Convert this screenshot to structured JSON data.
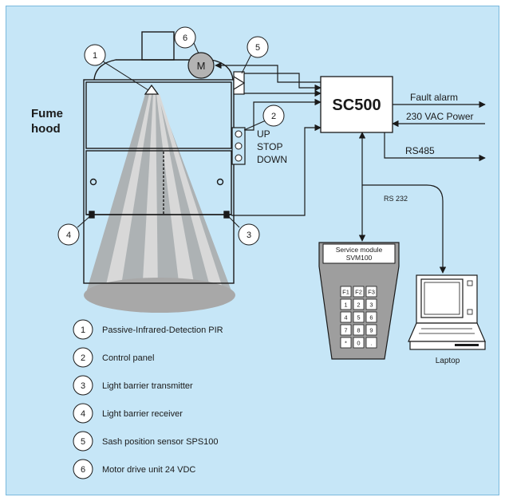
{
  "colors": {
    "background": "#c6e6f7",
    "line": "#1a1a1a",
    "hood_fill": "#c6e6f7",
    "beam": "#9a9a9a",
    "white": "#ffffff",
    "motor": "#b3b3b3"
  },
  "hood_label_1": "Fume",
  "hood_label_2": "hood",
  "controller": "SC500",
  "signals": {
    "fault": "Fault alarm",
    "power": "230 VAC Power",
    "rs485": "RS485",
    "rs232": "RS 232"
  },
  "control_panel_buttons": [
    "UP",
    "STOP",
    "DOWN"
  ],
  "motor_symbol": "M",
  "service_module": {
    "title_1": "Service module",
    "title_2": "SVM100",
    "keys": [
      "F1",
      "F2",
      "F3",
      "1",
      "2",
      "3",
      "4",
      "5",
      "6",
      "7",
      "8",
      "9",
      "*",
      "0",
      "."
    ]
  },
  "laptop_label": "Laptop",
  "callout_numbers": [
    "1",
    "2",
    "3",
    "4",
    "5",
    "6"
  ],
  "legend": [
    {
      "num": "1",
      "text": "Passive-Infrared-Detection  PIR"
    },
    {
      "num": "2",
      "text": "Control panel"
    },
    {
      "num": "3",
      "text": "Light barrier transmitter"
    },
    {
      "num": "4",
      "text": "Light barrier receiver"
    },
    {
      "num": "5",
      "text": "Sash position sensor SPS100"
    },
    {
      "num": "6",
      "text": "Motor drive unit  24 VDC"
    }
  ]
}
